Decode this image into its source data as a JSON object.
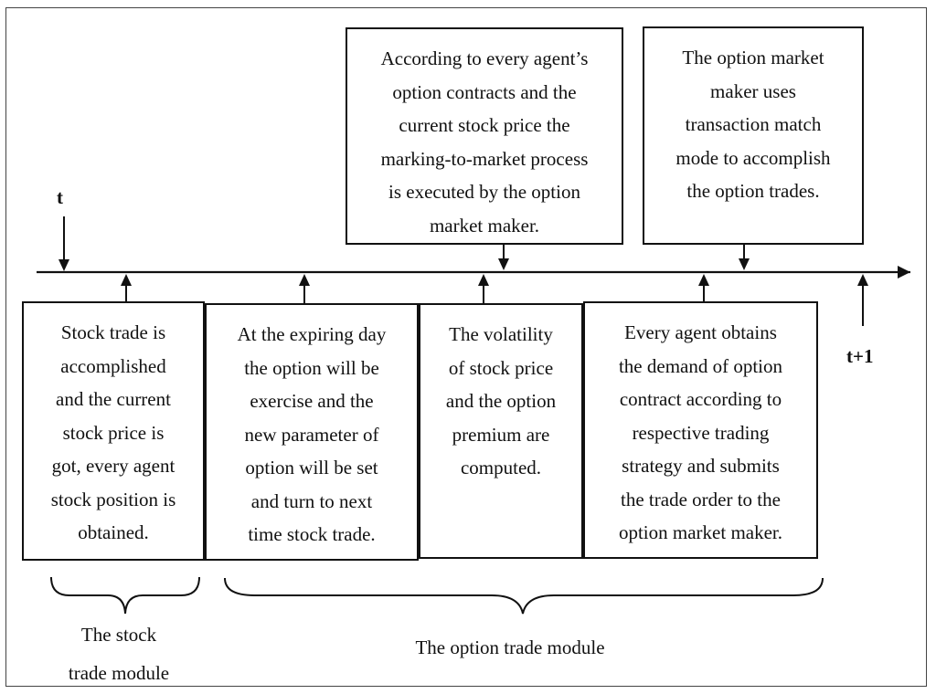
{
  "markers": {
    "start": "t",
    "end": "t+1"
  },
  "top_boxes": [
    "According to every agent’s\noption contracts and the\ncurrent stock price the\nmarking-to-market process\nis executed by the option\nmarket maker.",
    "The option market\nmaker uses\ntransaction match\nmode to accomplish\nthe option trades."
  ],
  "bottom_boxes": [
    "Stock trade is\naccomplished\nand the current\nstock price is\ngot, every agent\nstock position is\nobtained.",
    "At the expiring day\nthe option will be\nexercise and the\nnew parameter of\noption will be set\nand turn to next\ntime stock trade.",
    "The volatility\nof stock price\nand the option\npremium are\ncomputed.",
    "Every agent obtains\nthe demand of option\ncontract according to\nrespective trading\nstrategy and submits\nthe trade order to the\noption market maker."
  ],
  "modules": {
    "stock": "The stock\ntrade module",
    "option": "The option trade module"
  }
}
